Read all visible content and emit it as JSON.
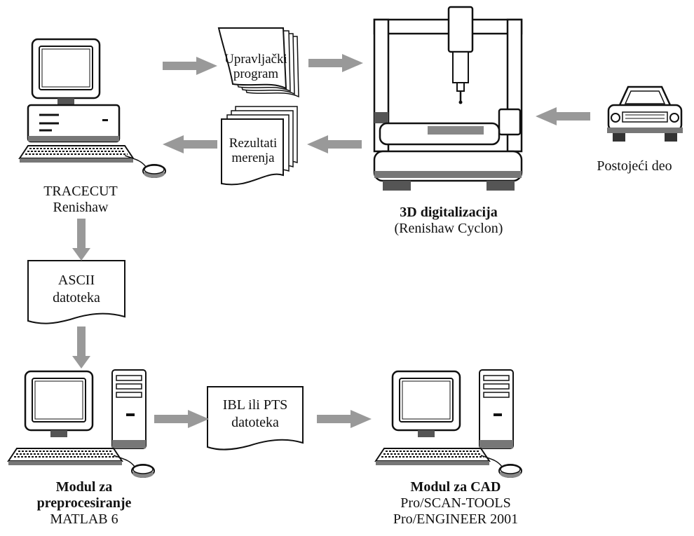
{
  "documents": {
    "control_program": [
      "Upravljački",
      "program"
    ],
    "measurement_results": [
      "Rezultati",
      "merenja"
    ],
    "ascii_file": [
      "ASCII",
      "datoteka"
    ],
    "ibl_pts_file": [
      "IBL ili PTS",
      "datoteka"
    ]
  },
  "labels": {
    "tracecut": {
      "line1": "TRACECUT",
      "line2": "Renishaw"
    },
    "digitizer": {
      "bold": "3D digitalizacija",
      "line2": "(Renishaw Cyclon)"
    },
    "existing_part": {
      "line1": "Postojeći deo"
    },
    "preprocessing": {
      "bold1": "Modul za",
      "bold2": "preprocesiranje",
      "line3": "MATLAB 6"
    },
    "cad": {
      "bold": "Modul za CAD",
      "line2": "Pro/SCAN-TOOLS",
      "line3": "Pro/ENGINEER 2001"
    }
  },
  "colors": {
    "arrow": "#999999",
    "outline": "#111111",
    "shade": "#8a8a8a"
  }
}
